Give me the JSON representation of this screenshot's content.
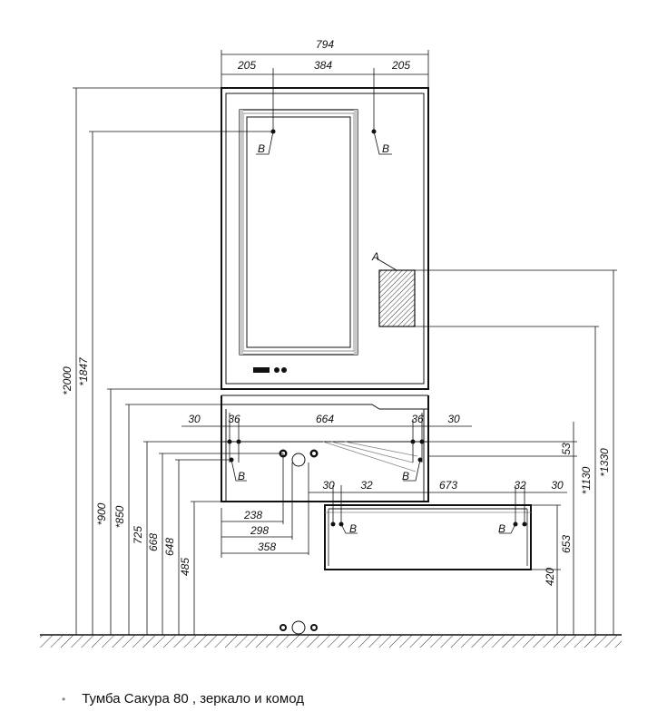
{
  "width_dims": {
    "total": "794",
    "left": "205",
    "middle": "384",
    "right": "205",
    "top_left_offset": "30",
    "top_left_inner": "36",
    "top_span": "664",
    "top_right_inner": "36",
    "top_right_offset": "30",
    "drawer_left_offset": "30",
    "drawer_left_inner": "32",
    "drawer_span": "673",
    "drawer_right_inner": "32",
    "drawer_right_offset": "30",
    "pipe_238": "238",
    "pipe_298": "298",
    "pipe_358": "358"
  },
  "height_dims": {
    "h2000": "*2000",
    "h1847": "*1847",
    "h900": "*900",
    "h850": "*850",
    "h725": "725",
    "h668": "668",
    "h648": "648",
    "h485": "485",
    "h53": "53",
    "h1130": "*1130",
    "h1330": "*1330",
    "h653": "653",
    "h420": "420"
  },
  "marks": {
    "b": "B",
    "a": "A"
  },
  "caption": {
    "bullet": "•",
    "text": "Тумба Сакура 80 , зеркало и комод"
  }
}
